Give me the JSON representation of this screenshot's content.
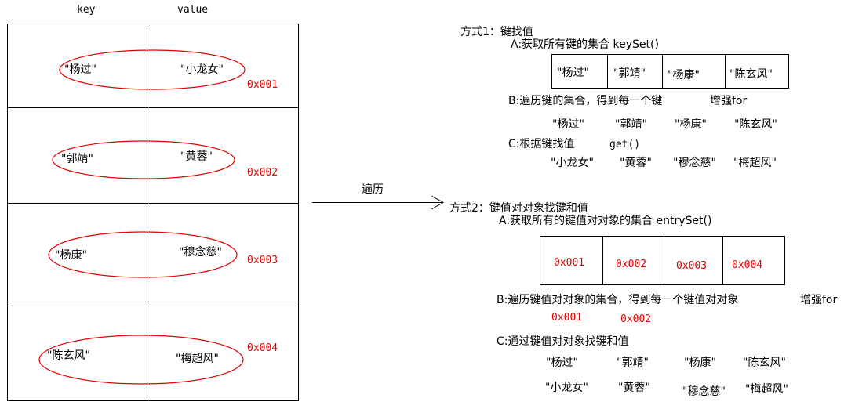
{
  "left_table": {
    "header_key": "key",
    "header_value": "value",
    "rows": [
      {
        "key": "\"杨过\"",
        "value": "\"小龙女\"",
        "addr": "0x001"
      },
      {
        "key": "\"郭靖\"",
        "value": "\"黄蓉\"",
        "addr": "0x002"
      },
      {
        "key": "\"杨康\"",
        "value": "\"穆念慈\"",
        "addr": "0x003"
      },
      {
        "key": "\"陈玄风\"",
        "value": "\"梅超风\"",
        "addr": "0x004"
      }
    ]
  },
  "arrow_label": "遍历",
  "method1": {
    "title": "方式1：键找值",
    "stepA": "A:获取所有键的集合 keySet()",
    "keys_box": [
      "\"杨过\"",
      "\"郭靖\"",
      "\"杨康\"",
      "\"陈玄风\""
    ],
    "stepB": "B:遍历键的集合，得到每一个键",
    "stepB_extra": "增强for",
    "keys_row": [
      "\"杨过\"",
      "\"郭靖\"",
      "\"杨康\"",
      "\"陈玄风\""
    ],
    "stepC": "C:根据键找值",
    "stepC_extra": "get()",
    "values_row": [
      "\"小龙女\"",
      "\"黄蓉\"",
      "\"穆念慈\"",
      "\"梅超风\""
    ]
  },
  "method2": {
    "title": "方式2：键值对对象找键和值",
    "stepA": "A:获取所有的键值对对象的集合 entrySet()",
    "entries_box": [
      "0x001",
      "0x002",
      "0x003",
      "0x004"
    ],
    "stepB": "B:遍历键值对对象的集合，得到每一个键值对对象",
    "stepB_extra": "增强for",
    "entries_row": [
      "0x001",
      "0x002"
    ],
    "stepC": "C:通过键值对对象找键和值",
    "keys_row": [
      "\"杨过\"",
      "\"郭靖\"",
      "\"杨康\"",
      "\"陈玄风\""
    ],
    "values_row": [
      "\"小龙女\"",
      "\"黄蓉\"",
      "\"穆念慈\"",
      "\"梅超风\""
    ]
  }
}
